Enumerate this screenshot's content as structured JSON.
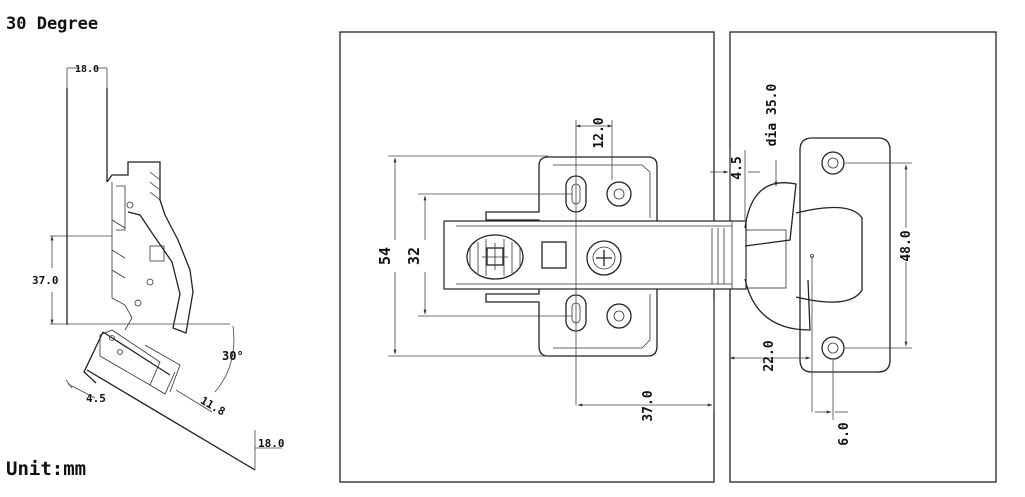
{
  "title": "30 Degree",
  "unit": "Unit:mm",
  "side_view": {
    "dim_top": "18.0",
    "dim_left": "37.0",
    "angle": "30°",
    "dim_a": "4.5",
    "dim_b": "11.8",
    "dim_c": "18.0"
  },
  "plan_view": {
    "dim_height_outer": "54",
    "dim_height_inner": "32",
    "dim_hole_spacing": "12.0",
    "dim_bottom": "37.0",
    "dim_gap": "4.5",
    "dim_cup": "dia 35.0",
    "dim_cup_holes": "48.0",
    "dim_cup_offset": "22.0",
    "dim_cup_hole_x": "6.0"
  }
}
